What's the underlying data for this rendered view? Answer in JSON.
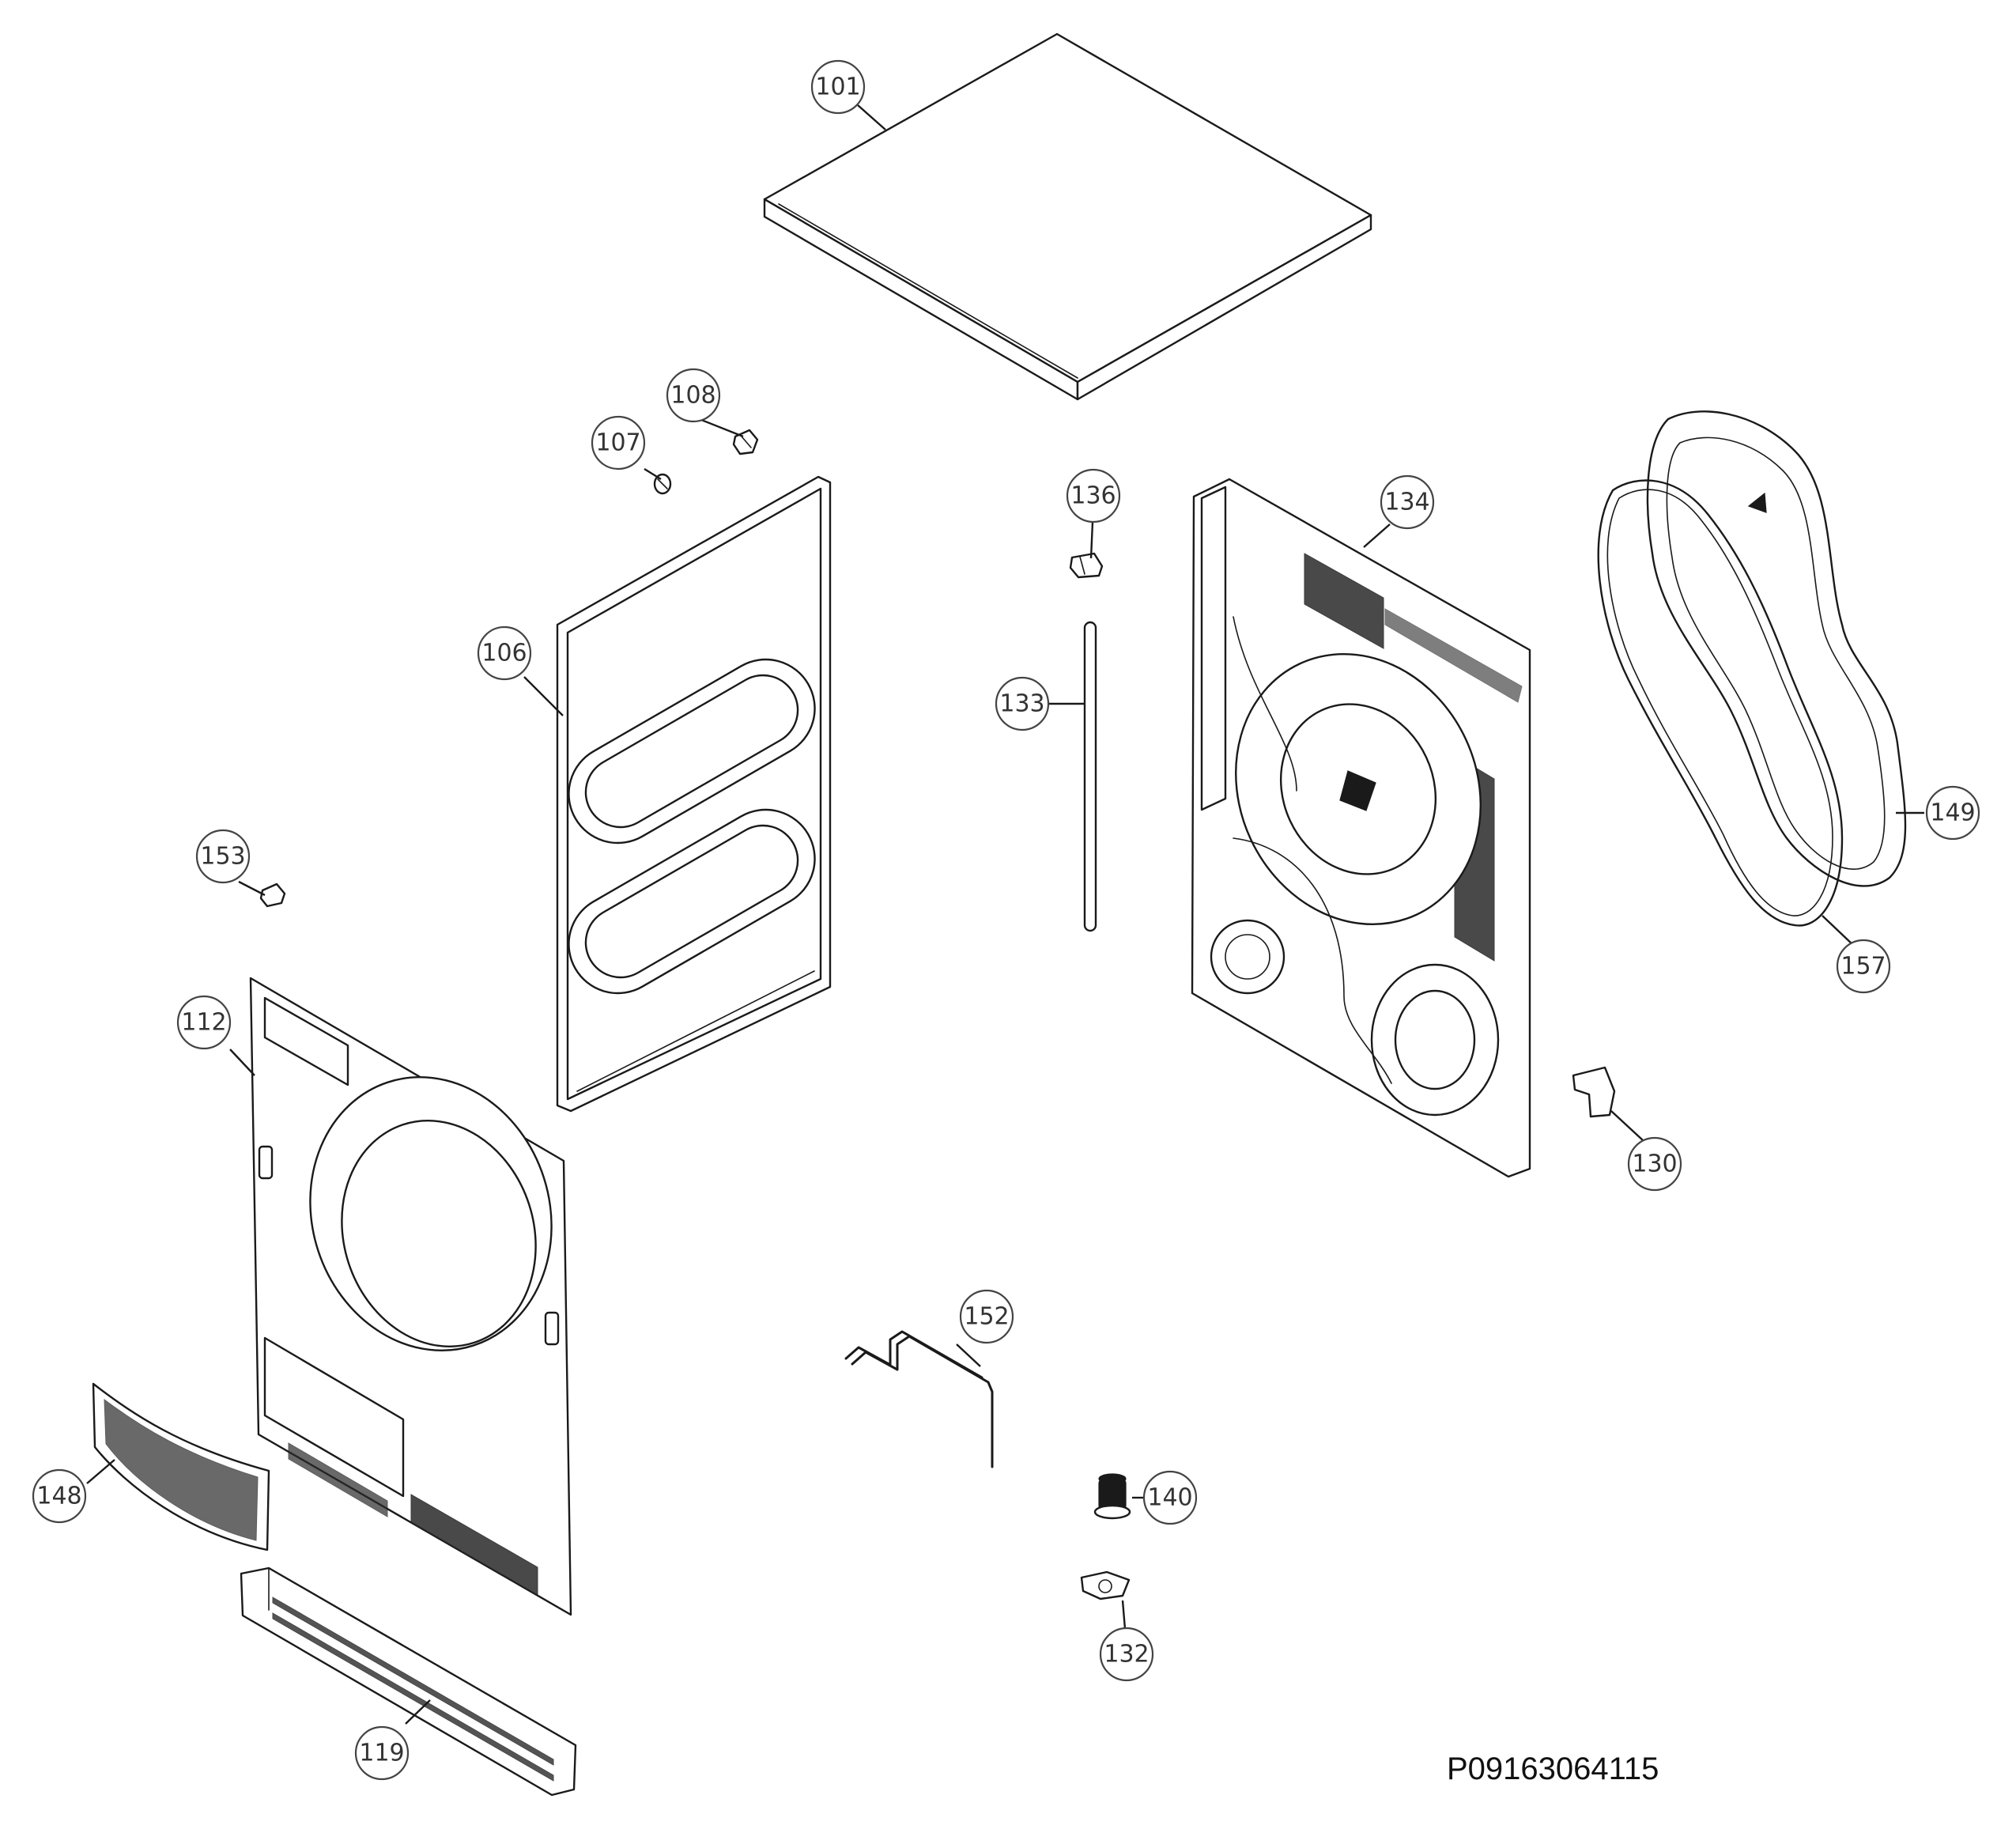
{
  "diagram": {
    "drawing_code": "P09163064115",
    "callouts": [
      {
        "id": "c101",
        "label": "101"
      },
      {
        "id": "c108",
        "label": "108"
      },
      {
        "id": "c107",
        "label": "107"
      },
      {
        "id": "c136",
        "label": "136"
      },
      {
        "id": "c134",
        "label": "134"
      },
      {
        "id": "c106",
        "label": "106"
      },
      {
        "id": "c133",
        "label": "133"
      },
      {
        "id": "c153",
        "label": "153"
      },
      {
        "id": "c149",
        "label": "149"
      },
      {
        "id": "c157",
        "label": "157"
      },
      {
        "id": "c112",
        "label": "112"
      },
      {
        "id": "c130",
        "label": "130"
      },
      {
        "id": "c152",
        "label": "152"
      },
      {
        "id": "c148",
        "label": "148"
      },
      {
        "id": "c140",
        "label": "140"
      },
      {
        "id": "c132",
        "label": "132"
      },
      {
        "id": "c119",
        "label": "119"
      }
    ]
  }
}
